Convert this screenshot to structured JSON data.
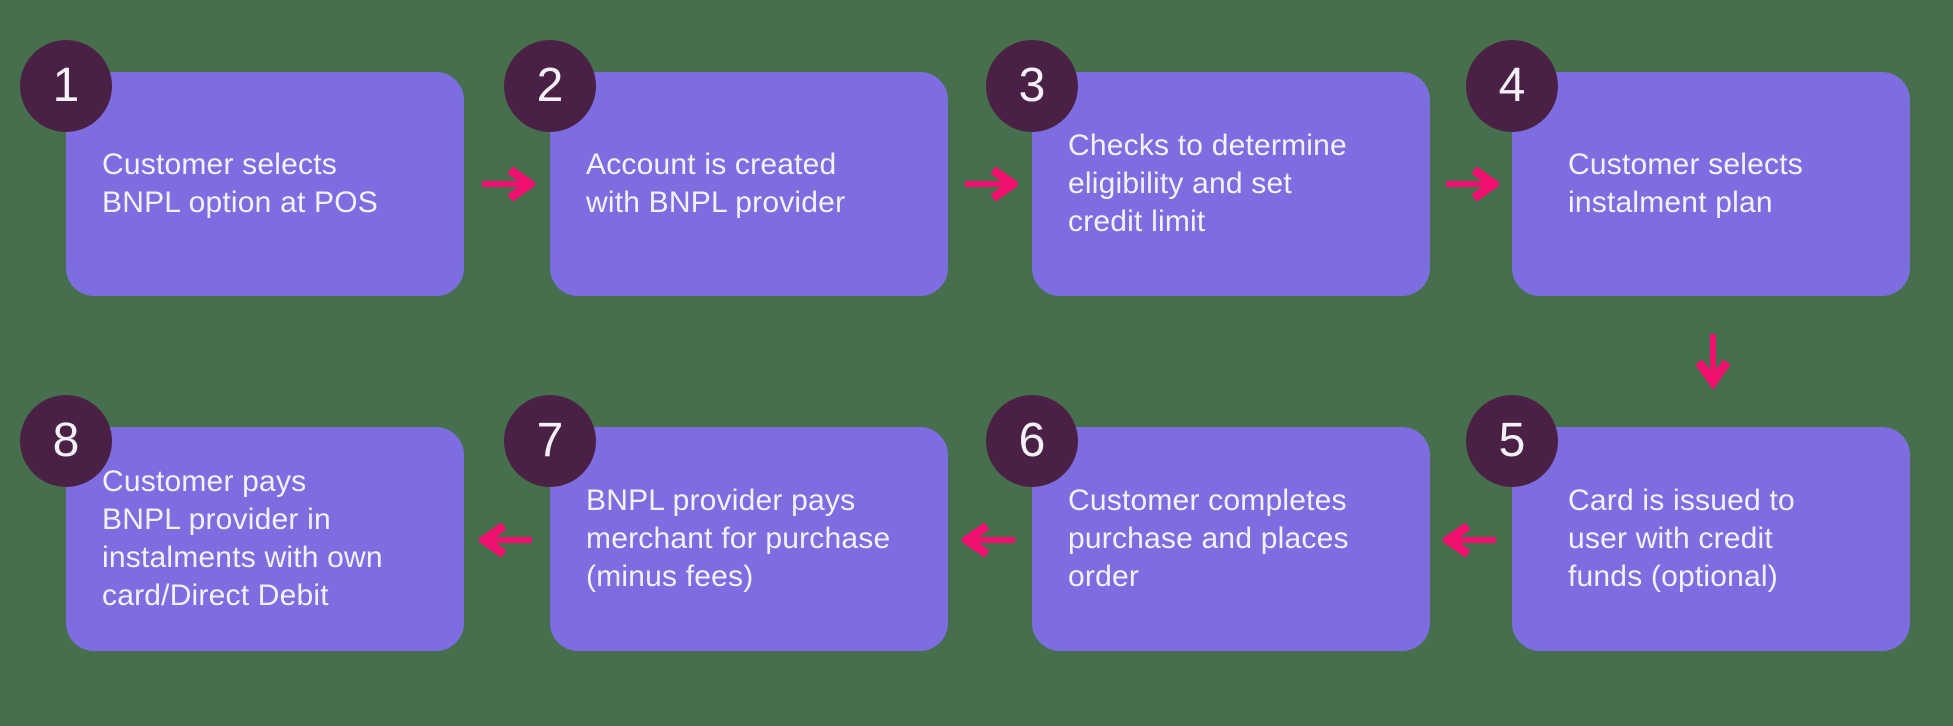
{
  "colors": {
    "background": "#46704d",
    "box": "#7d6de0",
    "badge": "#4a2144",
    "arrow": "#f2106e",
    "text": "#f4f1fb"
  },
  "steps": [
    {
      "number": "1",
      "text": "Customer selects\nBNPL option at POS"
    },
    {
      "number": "2",
      "text": "Account is created\nwith BNPL provider"
    },
    {
      "number": "3",
      "text": "Checks to determine\neligibility and set\ncredit limit"
    },
    {
      "number": "4",
      "text": "Customer selects\ninstalment plan"
    },
    {
      "number": "5",
      "text": "Card is issued to\nuser with credit\nfunds (optional)"
    },
    {
      "number": "6",
      "text": "Customer completes\npurchase and places\norder"
    },
    {
      "number": "7",
      "text": "BNPL provider pays\nmerchant for purchase\n(minus fees)"
    },
    {
      "number": "8",
      "text": "Customer pays\nBNPL provider in\ninstalments with own\ncard/Direct Debit"
    }
  ]
}
